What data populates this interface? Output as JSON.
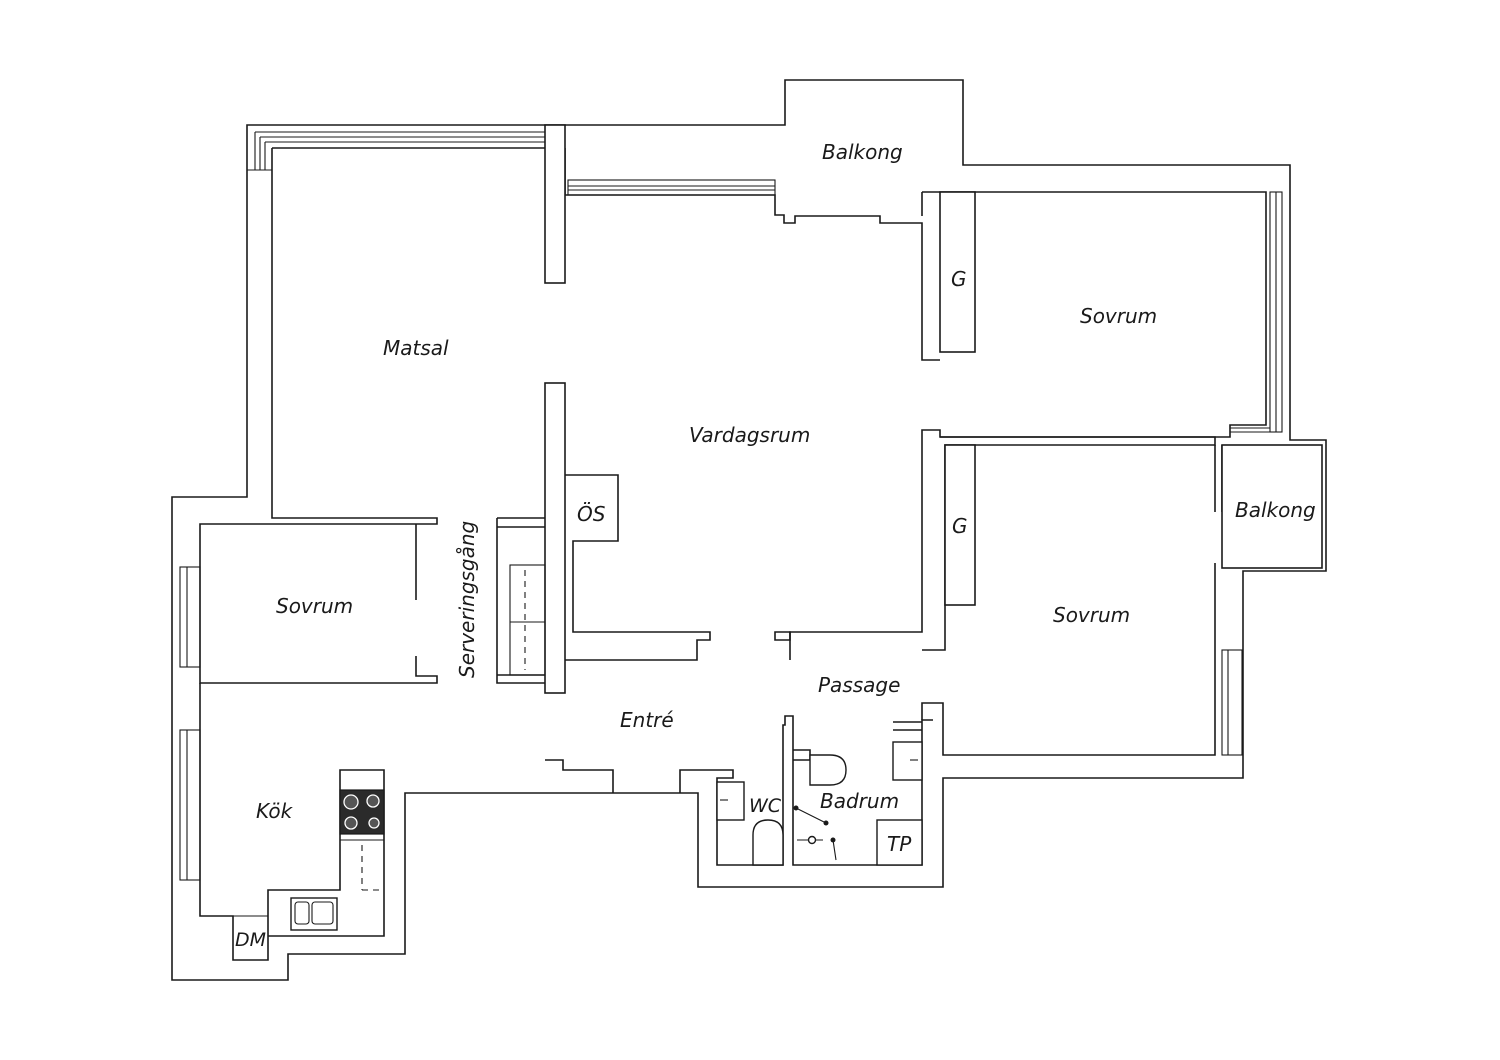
{
  "rooms": {
    "balkong_top": "Balkong",
    "balkong_right": "Balkong",
    "matsal": "Matsal",
    "vardagsrum": "Vardagsrum",
    "sovrum_top_right": "Sovrum",
    "sovrum_bottom_right": "Sovrum",
    "sovrum_left": "Sovrum",
    "serveringsgang": "Serveringsgång",
    "os": "ÖS",
    "garderob_1": "G",
    "garderob_2": "G",
    "passage": "Passage",
    "entre": "Entré",
    "kok": "Kök",
    "wc": "WC",
    "badrum": "Badrum",
    "tp": "TP",
    "dm": "DM"
  },
  "colors": {
    "line": "#1a1a1a",
    "background": "#ffffff",
    "hob": "#2b2b2b"
  }
}
